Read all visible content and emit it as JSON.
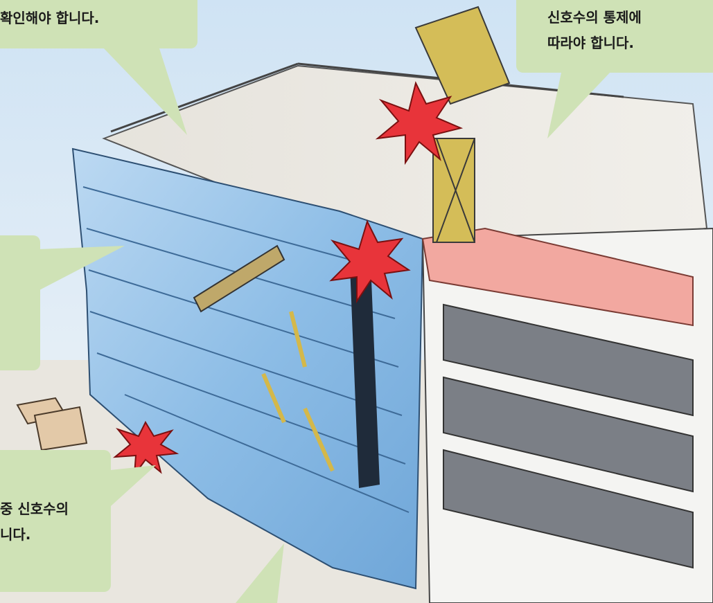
{
  "colors": {
    "bubble": "#cfe2b6",
    "sky": "#dcebf5",
    "wall": "#9cc6ea",
    "crane": "#c9b24a",
    "roof_band": "#f2a8a0",
    "impact": "#e8343a"
  },
  "bubbles": {
    "top_left": {
      "line1": "확인해야 합니다."
    },
    "top_right": {
      "line1": "신호수의 통제에",
      "line2": "따라야 합니다."
    },
    "middle_left": {
      "line1": ""
    },
    "bottom_left": {
      "line1": "중 신호수의",
      "line2": "니다."
    }
  }
}
